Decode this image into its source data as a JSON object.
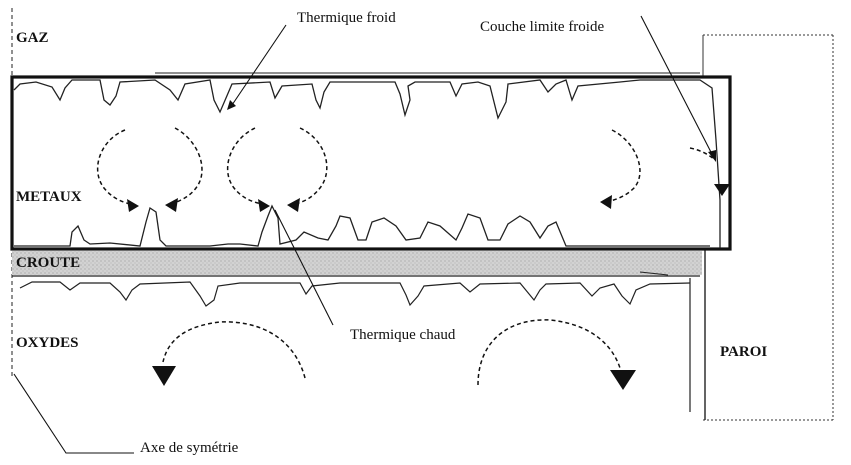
{
  "labels": {
    "gaz": "GAZ",
    "metaux": "METAUX",
    "croute": "CROUTE",
    "oxydes": "OXYDES",
    "paroi": "PAROI"
  },
  "annotations": {
    "thermique_froid": "Thermique froid",
    "couche_limite_froide": "Couche limite froide",
    "thermique_chaud": "Thermique chaud",
    "axe_symetrie": "Axe de symétrie"
  }
}
